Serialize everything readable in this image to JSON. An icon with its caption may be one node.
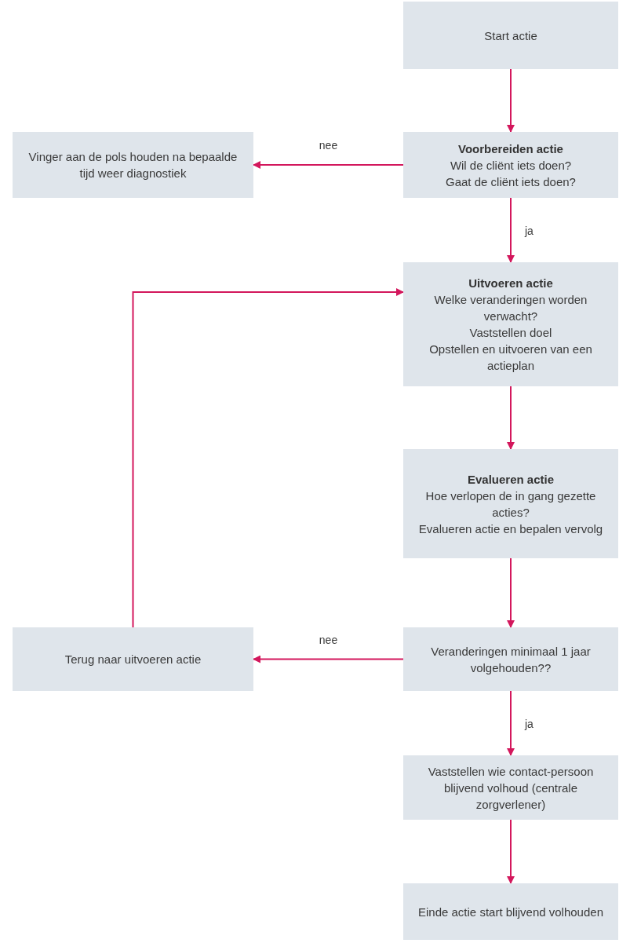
{
  "diagram": {
    "nodes": [
      {
        "text": [
          "Start actie"
        ]
      },
      {
        "text": [
          "Voorbereiden actie",
          "Wil de cliënt iets doen?",
          "Gaat de cliënt iets doen?"
        ]
      },
      {
        "text": [
          "Uitvoeren actie",
          "Welke veranderingen worden verwacht?",
          "Vaststellen doel",
          "Opstellen en uitvoeren van een actieplan"
        ]
      },
      {
        "text": [
          "Evalueren actie",
          "Hoe verlopen de in gang gezette acties?",
          "Evalueren actie en bepalen vervolg"
        ]
      },
      {
        "text": [
          "Veranderingen minimaal 1 jaar volgehouden??"
        ]
      },
      {
        "text": [
          "Vaststellen wie contact-persoon blijvend volhoud (centrale zorgverlener)"
        ]
      },
      {
        "text": [
          "Einde actie start blijvend volhouden"
        ]
      },
      {
        "text": [
          "Vinger aan de pols houden na bepaalde tijd weer diagnostiek"
        ]
      },
      {
        "text": [
          "Terug naar uitvoeren actie"
        ]
      }
    ],
    "edges": [
      {
        "from": 0,
        "to": 1,
        "arrow": "to"
      },
      {
        "from": 1,
        "to": 7,
        "arrow": "to",
        "label": "nee"
      },
      {
        "from": 1,
        "to": 2,
        "arrow": "to",
        "label": "ja"
      },
      {
        "from": 2,
        "to": 3,
        "arrow": "to"
      },
      {
        "from": 3,
        "to": 4,
        "arrow": "to"
      },
      {
        "from": 4,
        "to": 8,
        "arrow": "to",
        "label": "nee"
      },
      {
        "from": 4,
        "to": 5,
        "arrow": "to",
        "label": "ja"
      },
      {
        "from": 5,
        "to": 6,
        "arrow": "to"
      },
      {
        "from": 8,
        "to": 2,
        "arrow": "to"
      }
    ]
  }
}
